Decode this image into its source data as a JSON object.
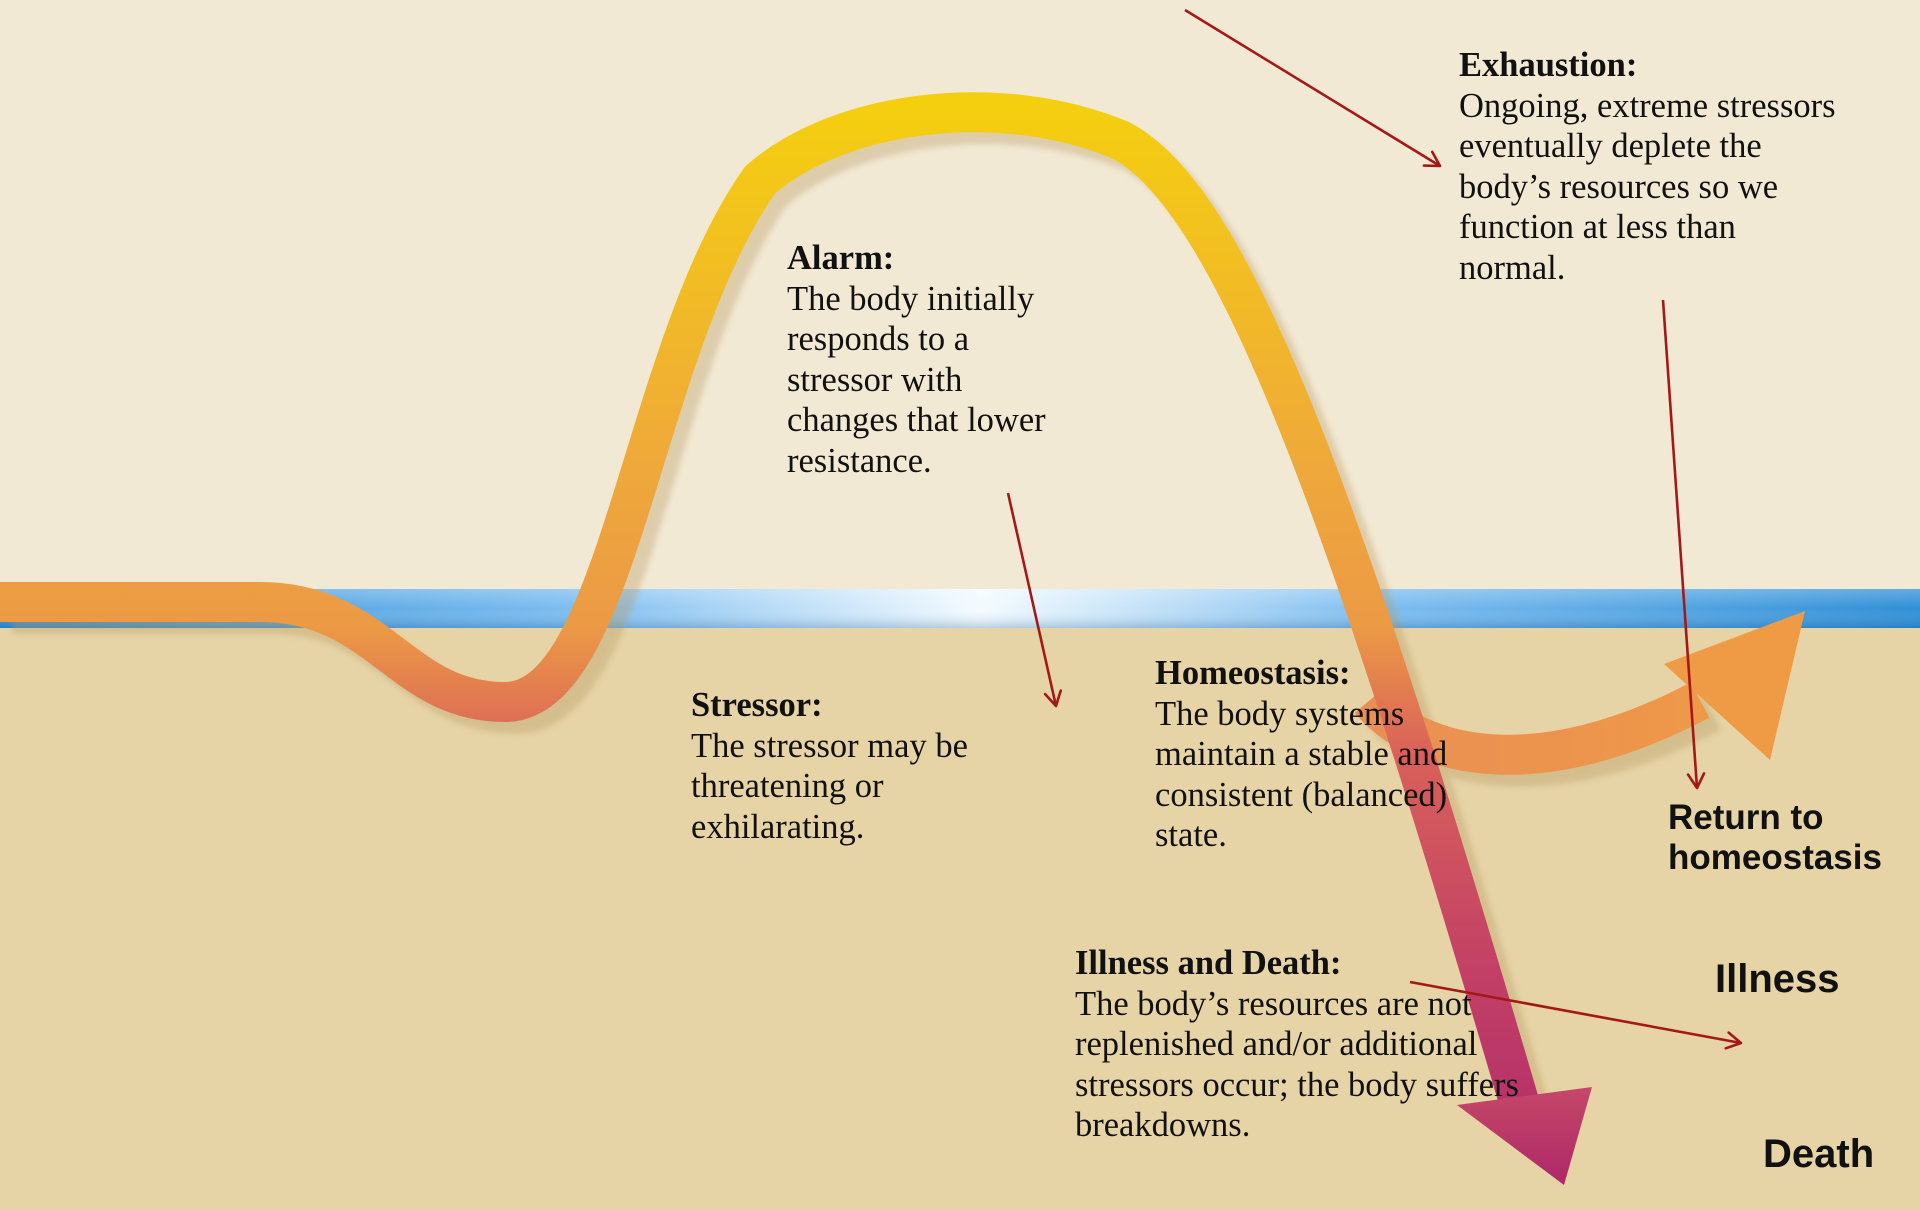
{
  "colors": {
    "background_upper": "#f2e9d4",
    "background_lower": "#e6d3a6",
    "baseline_band": "#2f8fd6",
    "curve_orange": "#eea53c",
    "curve_yellow": "#f2c71a",
    "curve_magenta": "#b8336e",
    "pointer_arrows": "#a51818"
  },
  "stages": {
    "alarm": {
      "heading": "Alarm:",
      "body": "The body initially\nresponds to a\nstressor with\nchanges that lower\nresistance."
    },
    "exhaustion": {
      "heading": "Exhaustion:",
      "body": "Ongoing, extreme stressors\neventually deplete the\nbody’s resources so we\nfunction at less than\nnormal."
    },
    "stressor": {
      "heading": "Stressor:",
      "body": "The stressor may be\nthreatening or\nexhilarating."
    },
    "homeostasis": {
      "heading": "Homeostasis:",
      "body": "The body systems\nmaintain a stable and\nconsistent (balanced)\nstate."
    },
    "illness_death": {
      "heading": "Illness and Death:",
      "body": "The body’s resources are not\nreplenished and/or additional\nstressors occur; the body suffers\nbreakdowns."
    }
  },
  "outcomes": {
    "return": "Return to\nhomeostasis",
    "illness": "Illness",
    "death": "Death"
  }
}
